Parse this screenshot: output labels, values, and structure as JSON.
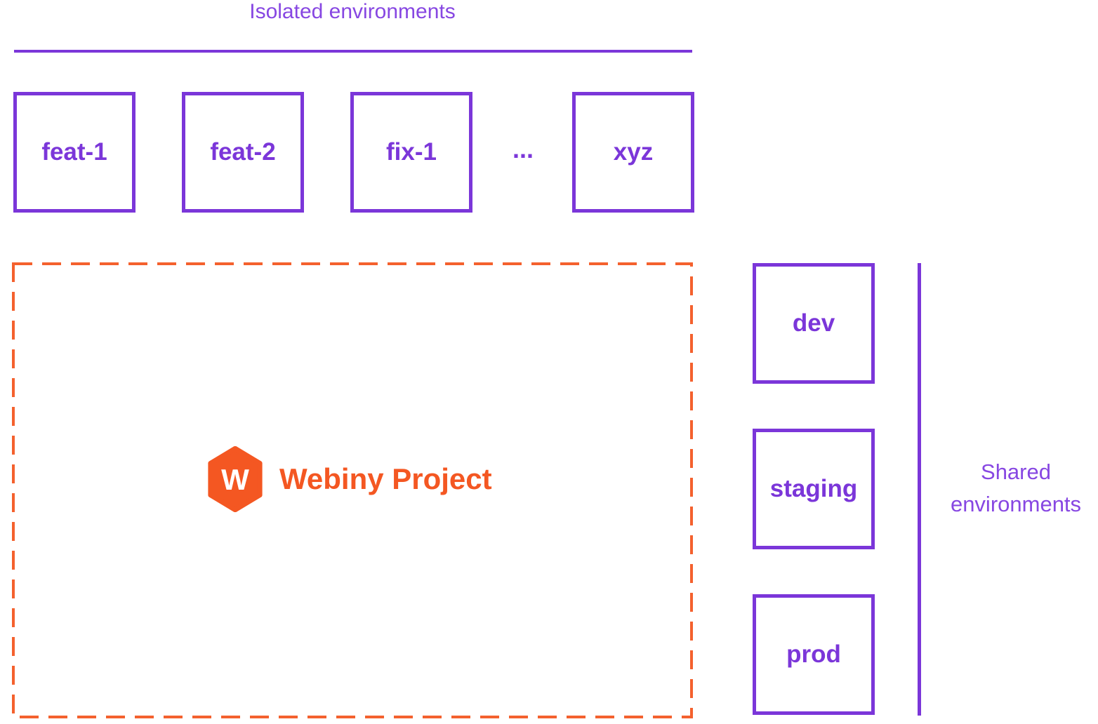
{
  "colors": {
    "purple": "#7B36D9",
    "purple_light": "#8747E2",
    "orange": "#F45722",
    "orange_dash": "#F4612E",
    "background": "#FFFFFF"
  },
  "isolated": {
    "title": "Isolated environments",
    "boxes": [
      {
        "label": "feat-1"
      },
      {
        "label": "feat-2"
      },
      {
        "label": "fix-1"
      },
      {
        "label": "xyz"
      }
    ],
    "ellipsis": "..."
  },
  "project": {
    "name": "Webiny Project",
    "logo_letter": "W"
  },
  "shared": {
    "title_line1": "Shared",
    "title_line2": "environments",
    "boxes": [
      {
        "label": "dev"
      },
      {
        "label": "staging"
      },
      {
        "label": "prod"
      }
    ]
  }
}
